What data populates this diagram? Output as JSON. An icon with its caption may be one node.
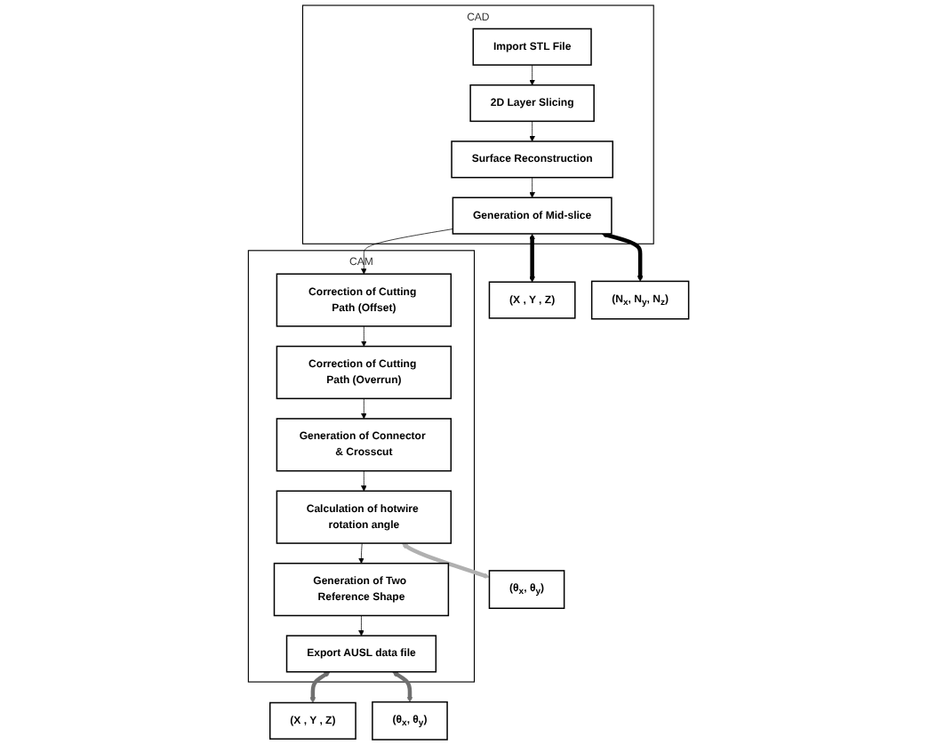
{
  "diagram": {
    "nodes": [
      {
        "text": [
          "CAD"
        ]
      },
      {
        "text": [
          "Import STL File"
        ],
        "in": 0
      },
      {
        "text": [
          "2D Layer Slicing"
        ],
        "in": 0
      },
      {
        "text": [
          "Surface Reconstruction"
        ],
        "in": 0
      },
      {
        "text": [
          "Generation of Mid-slice"
        ],
        "in": 0
      },
      {
        "text": [
          "(X , Y , Z)"
        ]
      },
      {
        "text": [
          "(N$_{x}$, N$_{y}$, N$_{z}$)"
        ]
      },
      {
        "text": [
          "CAM"
        ]
      },
      {
        "text": [
          "Correction of Cutting Path (Offset)"
        ],
        "in": 7
      },
      {
        "text": [
          "Correction of Cutting Path (Overrun)"
        ],
        "in": 7
      },
      {
        "text": [
          "Generation of Connector & Crosscut"
        ],
        "in": 7
      },
      {
        "text": [
          "Calculation of hotwire rotation angle"
        ],
        "in": 7
      },
      {
        "text": [
          "Generation of Two Reference Shape"
        ],
        "in": 7
      },
      {
        "text": [
          "Export AUSL data file"
        ],
        "in": 7
      },
      {
        "text": [
          "(θ$_{x}$, θ$_{y}$)"
        ]
      },
      {
        "text": [
          "(X , Y , Z)"
        ]
      },
      {
        "text": [
          "(θ$_{x}$, θ$_{y}$)"
        ]
      }
    ],
    "edges": [
      {
        "from": 1,
        "to": 2,
        "arrow": "to"
      },
      {
        "from": 2,
        "to": 3,
        "arrow": "to"
      },
      {
        "from": 3,
        "to": 4,
        "arrow": "to"
      },
      {
        "from": 4,
        "to": 8,
        "arrow": "to"
      },
      {
        "from": 8,
        "to": 9,
        "arrow": "to"
      },
      {
        "from": 9,
        "to": 10,
        "arrow": "to"
      },
      {
        "from": 10,
        "to": 11,
        "arrow": "to"
      },
      {
        "from": 11,
        "to": 12,
        "arrow": "to"
      },
      {
        "from": 12,
        "to": 13,
        "arrow": "to"
      },
      {
        "from": 4,
        "to": 5,
        "arrow": "both",
        "style": "thick"
      },
      {
        "from": 4,
        "to": 6,
        "arrow": "both",
        "style": "thick"
      },
      {
        "from": 11,
        "to": 14,
        "arrow": "both",
        "style": "thick",
        "color": "#b0b0b0"
      },
      {
        "from": 13,
        "to": 15,
        "arrow": "both",
        "style": "thick",
        "color": "#707070"
      },
      {
        "from": 13,
        "to": 16,
        "arrow": "both",
        "style": "thick",
        "color": "#707070"
      }
    ]
  }
}
